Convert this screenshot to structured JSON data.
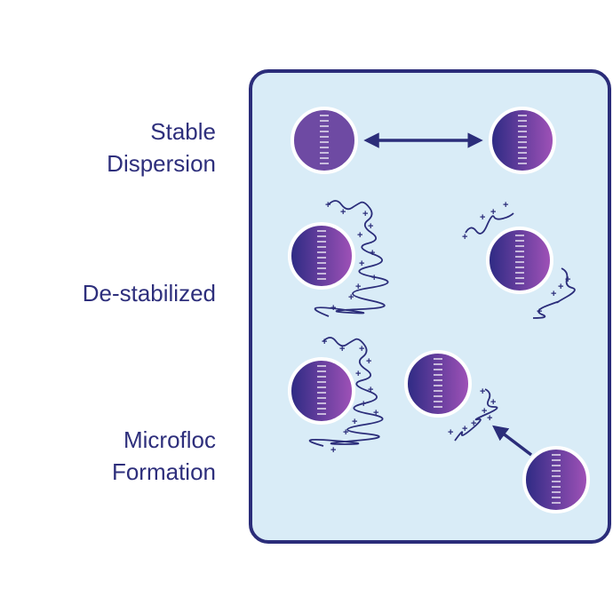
{
  "labels": {
    "stable_line1": "Stable",
    "stable_line2": "Dispersion",
    "destabilized": "De-stabilized",
    "microfloc_line1": "Microfloc",
    "microfloc_line2": "Formation"
  },
  "colors": {
    "panel_fill": "#d9ecf7",
    "panel_stroke": "#2b2d7a",
    "text": "#2e2f7c",
    "particle_dark": "#2c2a83",
    "particle_light": "#a152b8",
    "polymer": "#2b2d7a"
  }
}
